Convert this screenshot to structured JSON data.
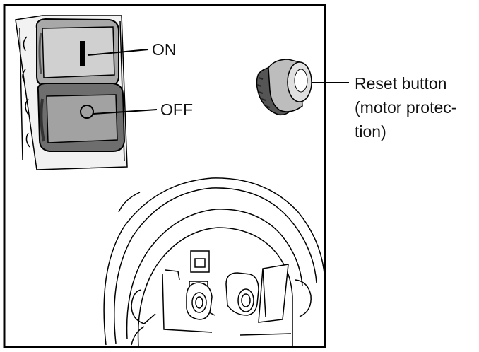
{
  "labels": {
    "on": "ON",
    "off": "OFF",
    "reset_line1": "Reset button",
    "reset_line2": "(motor protec-",
    "reset_line3": "tion)"
  },
  "symbols": {
    "on_glyph": "I",
    "off_glyph": "O"
  },
  "colors": {
    "frame": "#000000",
    "switch_fill": "#c9c9c9",
    "switch_dark": "#8a8a8a",
    "background": "#ffffff",
    "light_gray": "#e6e6e6"
  }
}
